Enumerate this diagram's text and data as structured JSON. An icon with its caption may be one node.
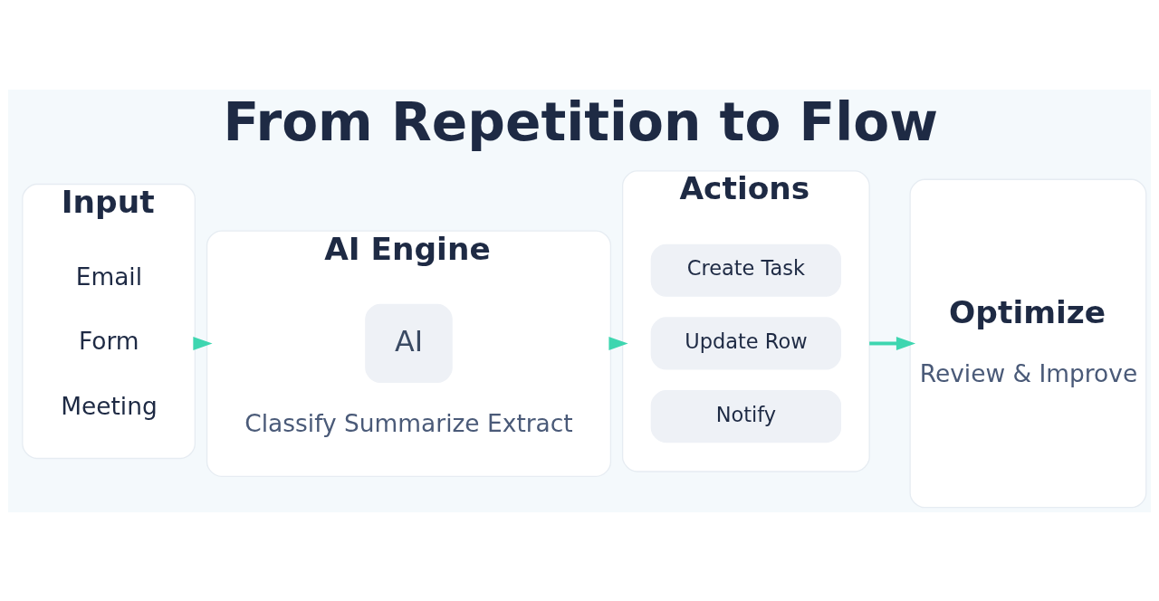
{
  "diagram": {
    "title": "From Repetition to Flow",
    "nodes": [
      {
        "text": [
          "Input"
        ]
      },
      {
        "text": [
          "Email"
        ],
        "in": 0
      },
      {
        "text": [
          "Form"
        ],
        "in": 0
      },
      {
        "text": [
          "Meeting"
        ],
        "in": 0
      },
      {
        "text": [
          "AI Engine",
          "Classify Summarize Extract"
        ]
      },
      {
        "text": [
          "AI"
        ],
        "in": 4
      },
      {
        "text": [
          "Actions"
        ]
      },
      {
        "text": [
          "Create Task"
        ],
        "in": 6
      },
      {
        "text": [
          "Update Row"
        ],
        "in": 6
      },
      {
        "text": [
          "Notify"
        ],
        "in": 6
      },
      {
        "text": [
          "Optimize",
          "Review & Improve"
        ]
      }
    ],
    "edges": [
      {
        "from": 0,
        "to": 4,
        "arrow": "to"
      },
      {
        "from": 4,
        "to": 6,
        "arrow": "to"
      },
      {
        "from": 6,
        "to": 10,
        "arrow": "to"
      }
    ]
  }
}
